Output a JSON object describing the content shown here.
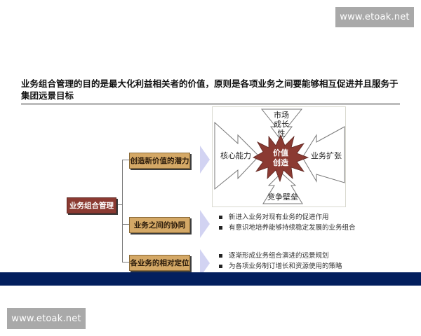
{
  "watermarks": {
    "top": "www.etoak.net",
    "bottom": "www.etoak.net"
  },
  "title": "业务组合管理的目的是最大化利益相关者的价值，原则是各项业务之间要能够相互促进并且服务于集团远景目标",
  "diagram": {
    "center": "价值创造",
    "center_lines": [
      "价值",
      "创造"
    ],
    "top_lines": [
      "市场",
      "成长",
      "性"
    ],
    "left": "核心能力",
    "right": "业务扩张",
    "bottom": "竞争壁垒",
    "colors": {
      "starburst": "#8b3a32",
      "arrow_stroke": "#777777"
    }
  },
  "tree": {
    "root": "业务组合管理",
    "branches": [
      {
        "label": "创造新价值的潜力",
        "bullets": []
      },
      {
        "label": "业务之间的协同",
        "bullets": [
          "新进入业务对现有业务的促进作用",
          "有意识地培养能够持续稳定发展的业务组合"
        ]
      },
      {
        "label": "各业务的相对定位",
        "bullets": [
          "逐渐形成业务组合演进的远景规划",
          "为各项业务制订增长和资源使用的策略"
        ]
      }
    ],
    "colors": {
      "root": "#8b3a32",
      "branch": "#d4a866",
      "chevron": "#d2d3f2"
    }
  },
  "footer_band_color": "#031f5e"
}
